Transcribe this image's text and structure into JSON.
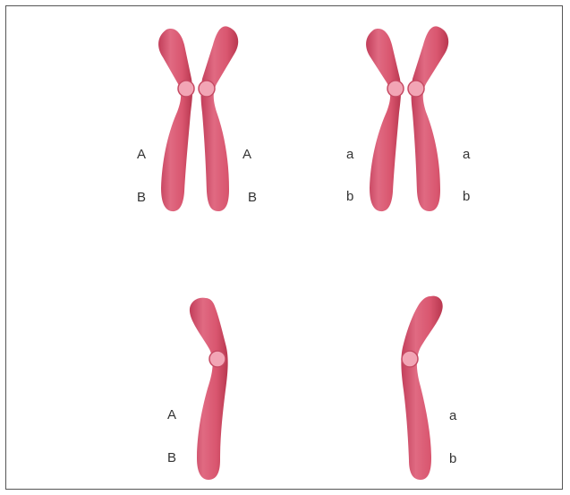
{
  "colors": {
    "chromatid": "#d9566f",
    "chromatid_shade": "#c23e5a",
    "highlight": "#ee8ca0",
    "centromere": "#f2a5b5",
    "centromere_stroke": "#c64a63",
    "border": "#555555"
  },
  "diagram": {
    "top_left": {
      "left_labels": [
        "A",
        "B"
      ],
      "right_labels": [
        "A",
        "B"
      ]
    },
    "top_right": {
      "left_labels": [
        "a",
        "b"
      ],
      "right_labels": [
        "a",
        "b"
      ]
    },
    "bottom_left": {
      "labels": [
        "A",
        "B"
      ]
    },
    "bottom_right": {
      "labels": [
        "a",
        "b"
      ]
    }
  }
}
